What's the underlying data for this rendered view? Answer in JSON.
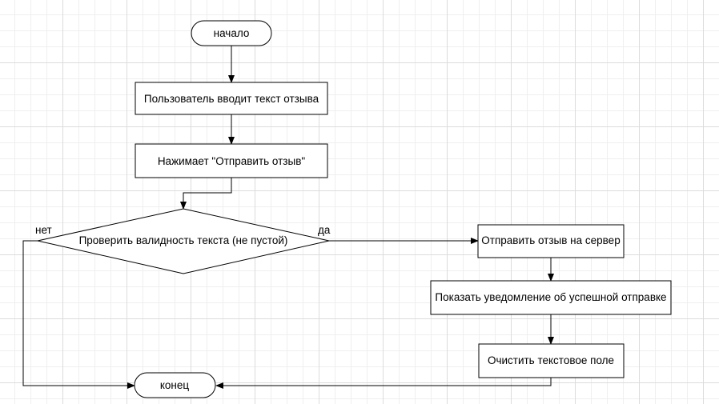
{
  "diagram": {
    "nodes": {
      "start": "начало",
      "enter_text": "Пользователь вводит текст отзыва",
      "press_send": "Нажимает \"Отправить отзыв\"",
      "validate": "Проверить валидность текста (не пустой)",
      "send_server": "Отправить отзыв на сервер",
      "show_notice": "Показать уведомление об успешной отправке",
      "clear_field": "Очистить текстовое поле",
      "end": "конец"
    },
    "edge_labels": {
      "no": "нет",
      "yes": "да"
    }
  }
}
